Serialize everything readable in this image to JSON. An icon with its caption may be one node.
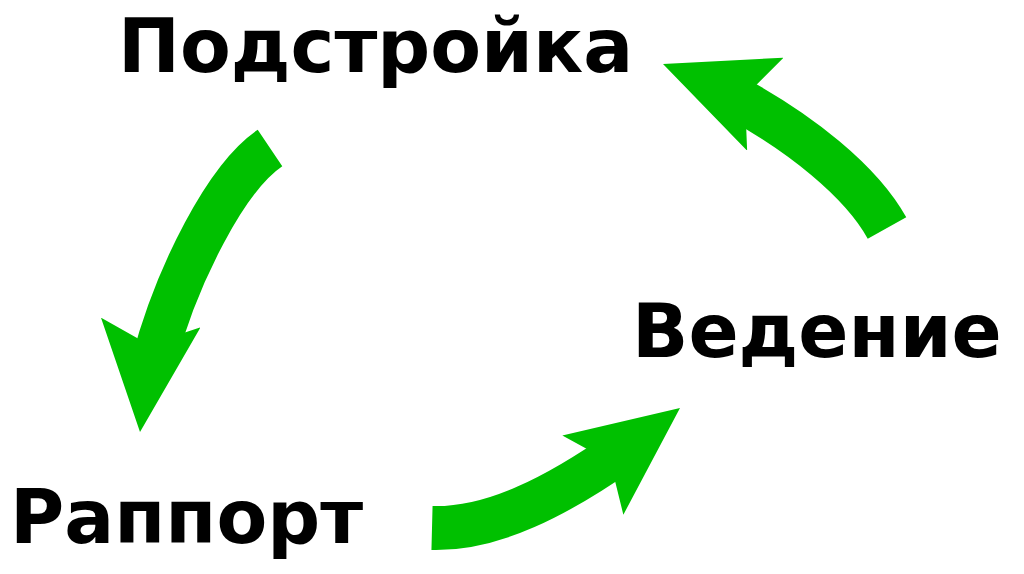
{
  "diagram": {
    "nodes": [
      {
        "text": [
          "Подстройка"
        ]
      },
      {
        "text": [
          "Раппорт"
        ]
      },
      {
        "text": [
          "Ведение"
        ]
      }
    ],
    "edges": [
      {
        "from": 0,
        "to": 1,
        "arrow": "to"
      },
      {
        "from": 1,
        "to": 2,
        "arrow": "to"
      },
      {
        "from": 2,
        "to": 0,
        "arrow": "to"
      }
    ]
  }
}
